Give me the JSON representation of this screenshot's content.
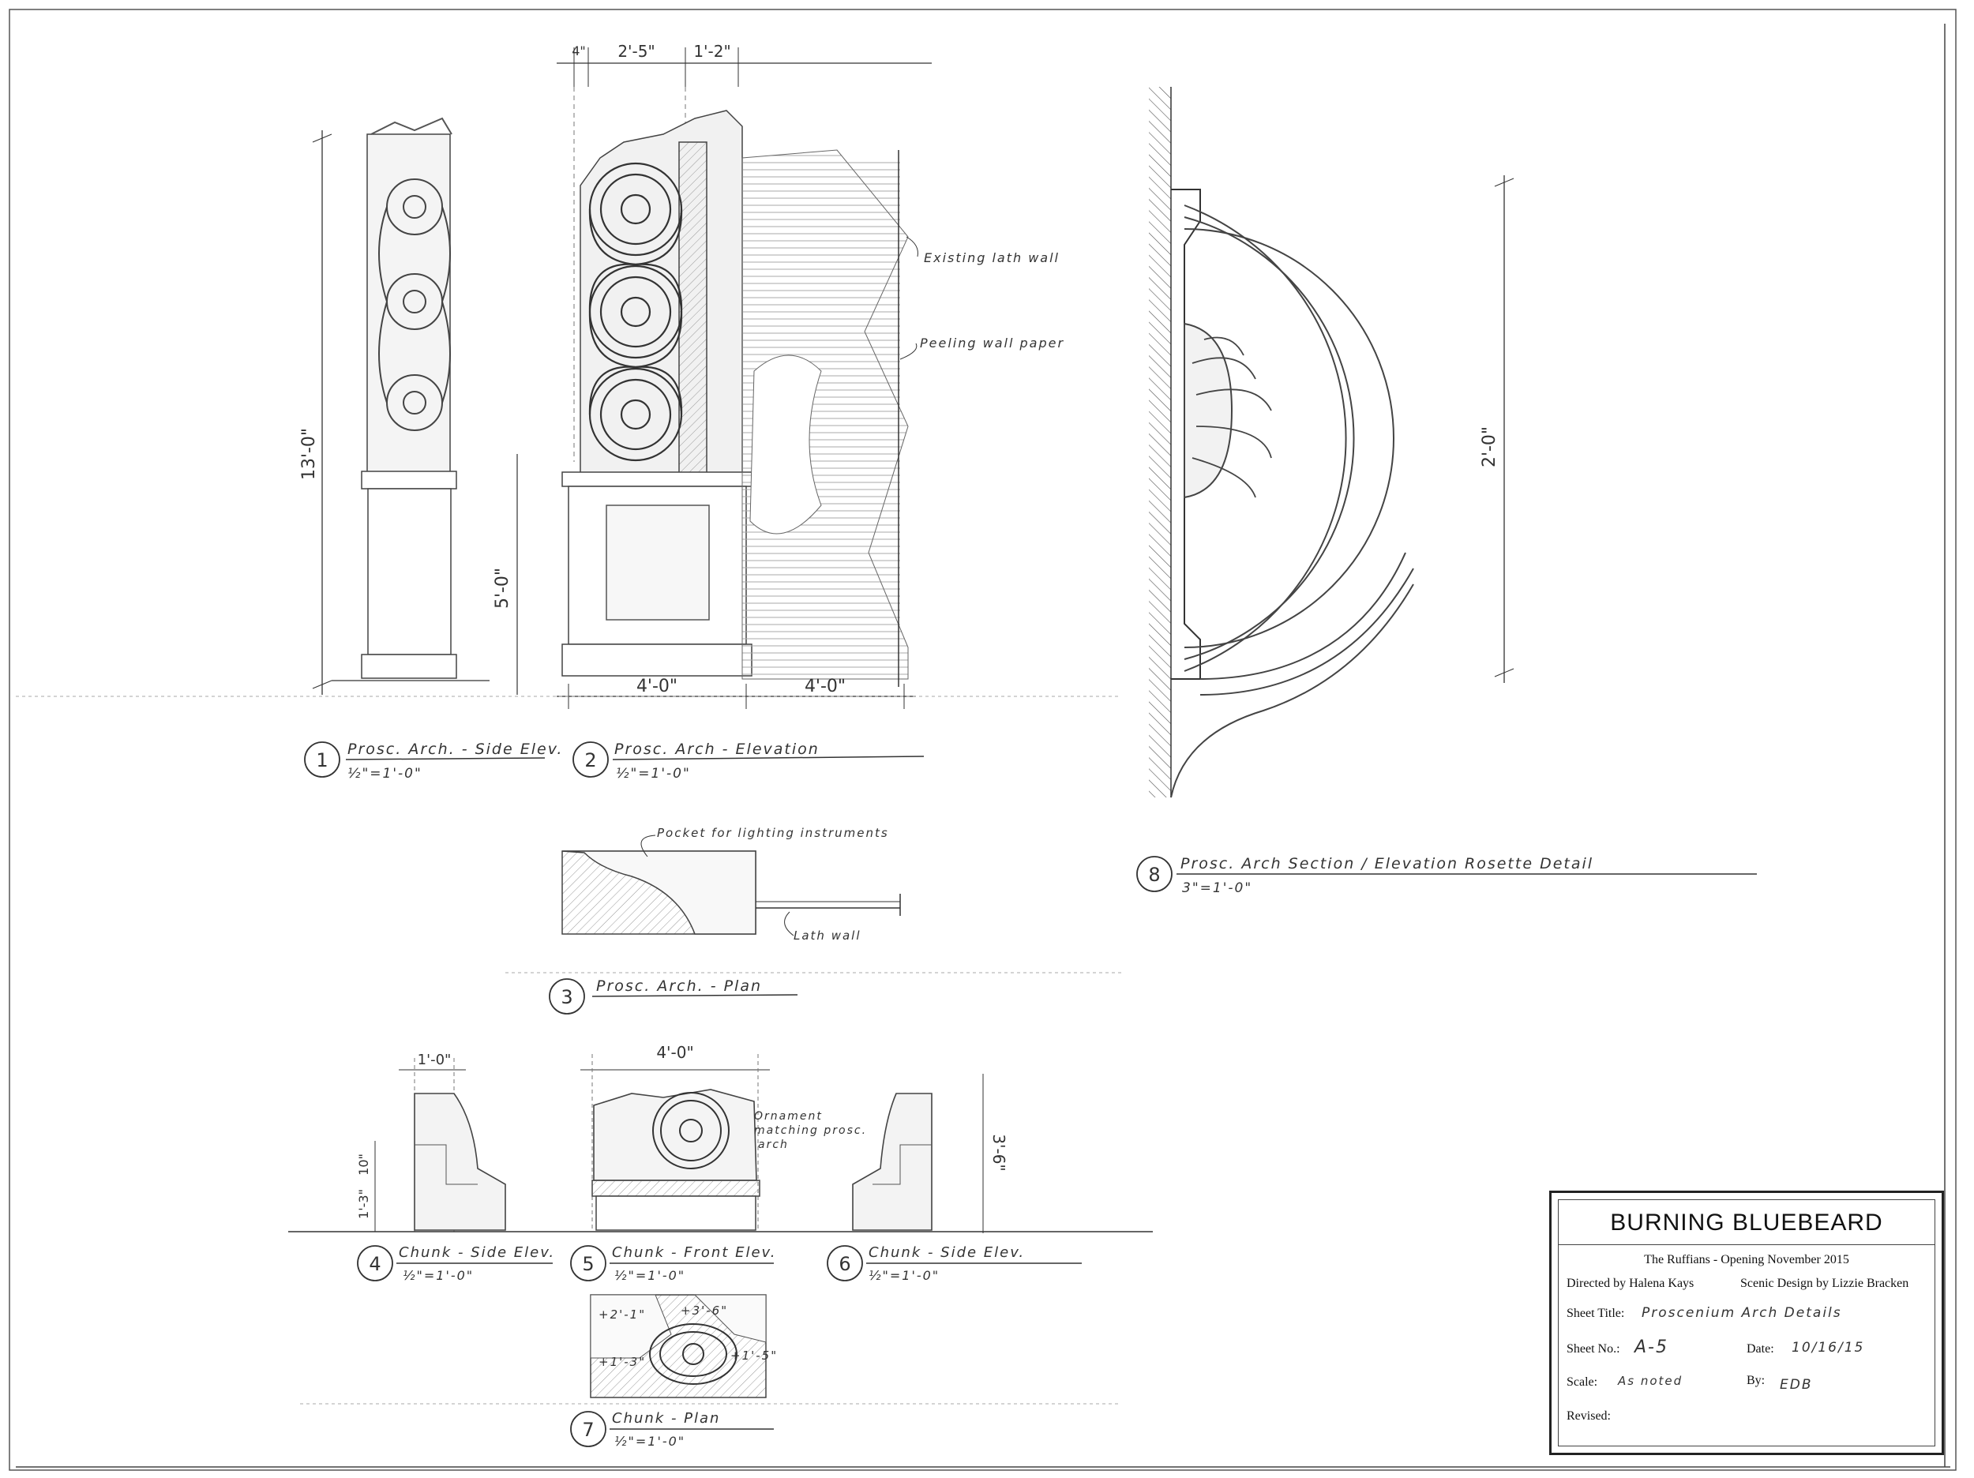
{
  "views": [
    {
      "number": "1",
      "title": "Prosc. Arch. - Side Elev.",
      "scale": "½\"=1'-0\""
    },
    {
      "number": "2",
      "title": "Prosc. Arch - Elevation",
      "scale": "½\"=1'-0\""
    },
    {
      "number": "3",
      "title": "Prosc. Arch. - Plan",
      "scale": ""
    },
    {
      "number": "4",
      "title": "Chunk - Side Elev.",
      "scale": "½\"=1'-0\""
    },
    {
      "number": "5",
      "title": "Chunk - Front Elev.",
      "scale": "½\"=1'-0\""
    },
    {
      "number": "6",
      "title": "Chunk - Side Elev.",
      "scale": "½\"=1'-0\""
    },
    {
      "number": "7",
      "title": "Chunk - Plan",
      "scale": "½\"=1'-0\""
    },
    {
      "number": "8",
      "title": "Prosc. Arch Section / Elevation Rosette Detail",
      "scale": "3\"=1'-0\""
    }
  ],
  "annotations": {
    "existing_lath_wall": "Existing lath wall",
    "peeling_wall_paper": "Peeling wall paper",
    "pocket_for_lighting": "Pocket for lighting instruments",
    "lath_wall": "Lath wall",
    "ornament_note_1": "Ornament",
    "ornament_note_2": "matching prosc.",
    "ornament_note_3": "arch"
  },
  "dimensions": {
    "top_small": "4\"",
    "top_2_5": "2'-5\"",
    "top_1_2": "1'-2\"",
    "height_13": "13'-0\"",
    "height_5": "5'-0\"",
    "width_4_left": "4'-0\"",
    "width_4_right": "4'-0\"",
    "detail_2": "2'-0\"",
    "chunk_width_1": "1'-0\"",
    "chunk_width_4": "4'-0\"",
    "chunk_h_10": "10\"",
    "chunk_h_1_3": "1'-3\"",
    "chunk_h_3_6": "3'-6\"",
    "plan_elev_1": "+2'-1\"",
    "plan_elev_2": "+3'-6\"",
    "plan_elev_3": "+1'-3\"",
    "plan_elev_4": "+1'-5\""
  },
  "title_block": {
    "project": "BURNING BLUEBEARD",
    "company_line": "The Ruffians - Opening November 2015",
    "directed_by": "Directed by Halena Kays",
    "scenic_design": "Scenic Design by Lizzie Bracken",
    "sheet_title_label": "Sheet Title:",
    "sheet_title_value": "Proscenium Arch Details",
    "sheet_no_label": "Sheet No.:",
    "sheet_no_value": "A-5",
    "date_label": "Date:",
    "date_value": "10/16/15",
    "scale_label": "Scale:",
    "scale_value": "As noted",
    "by_label": "By:",
    "by_value": "EDB",
    "revised_label": "Revised:"
  }
}
